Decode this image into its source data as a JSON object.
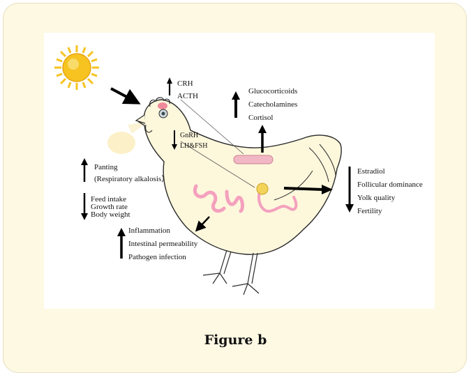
{
  "caption": "Figure b",
  "labels": {
    "crh": "CRH",
    "acth": "ACTH",
    "gnrh": "GnRH",
    "lh_fsh": "LH&FSH",
    "glucocorticoids": "Glucocorticoids",
    "catecholamines": "Catecholamines",
    "cortisol": "Cortisol",
    "panting": "Panting",
    "respiratory_alkalosis": "(Respiratory alkalosis）",
    "feed_intake": "Feed intake",
    "growth_rate": "Growth rate",
    "body_weight": "Body weight",
    "inflammation": "Inflammation",
    "intestinal_permeability": "Intestinal permeability",
    "pathogen_infection": "Pathogen infection",
    "estradiol": "Estradiol",
    "follicular_dominance": "Follicular dominance",
    "yolk_quality": "Yolk quality",
    "fertility": "Fertility"
  },
  "colors": {
    "card_background": "#fdf9e3",
    "card_border": "#e6dfbf",
    "hen_body": "#fdf7dc",
    "sun": "#f6c320",
    "adrenal": "#f2b7c4",
    "intestine": "#f4a0be",
    "ovary": "#f3d35a"
  }
}
